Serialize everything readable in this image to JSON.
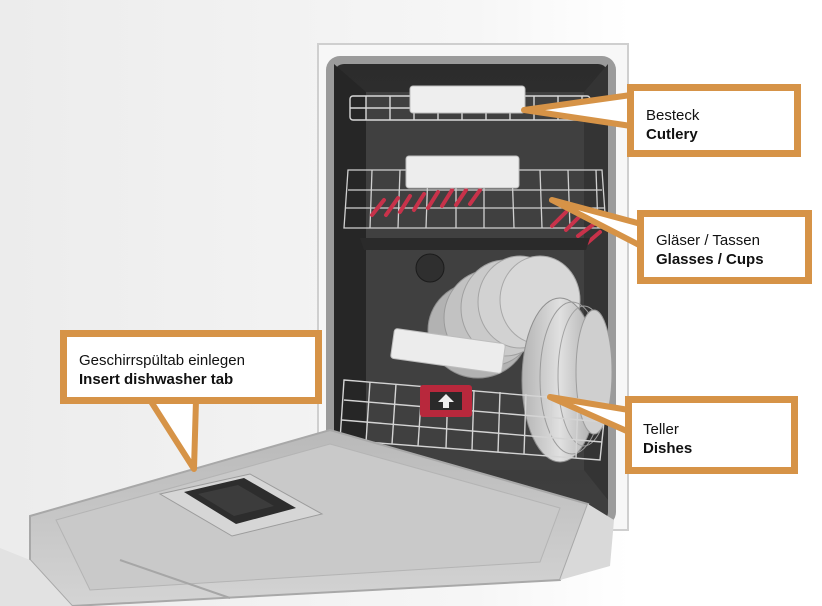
{
  "callouts": {
    "cutlery": {
      "de": "Besteck",
      "en": "Cutlery"
    },
    "glasses": {
      "de": "Gläser / Tassen",
      "en": "Glasses / Cups"
    },
    "tab": {
      "de": "Geschirrspültab einlegen",
      "en": "Insert dishwasher tab"
    },
    "dishes": {
      "de": "Teller",
      "en": "Dishes"
    }
  },
  "colors": {
    "accent": "#d69347",
    "rack_tines": "#c8324a",
    "tab_release": "#b8283c",
    "background": "#f1f1f1"
  },
  "icons": {
    "dispenser_arrow": "up-arrow-icon"
  }
}
